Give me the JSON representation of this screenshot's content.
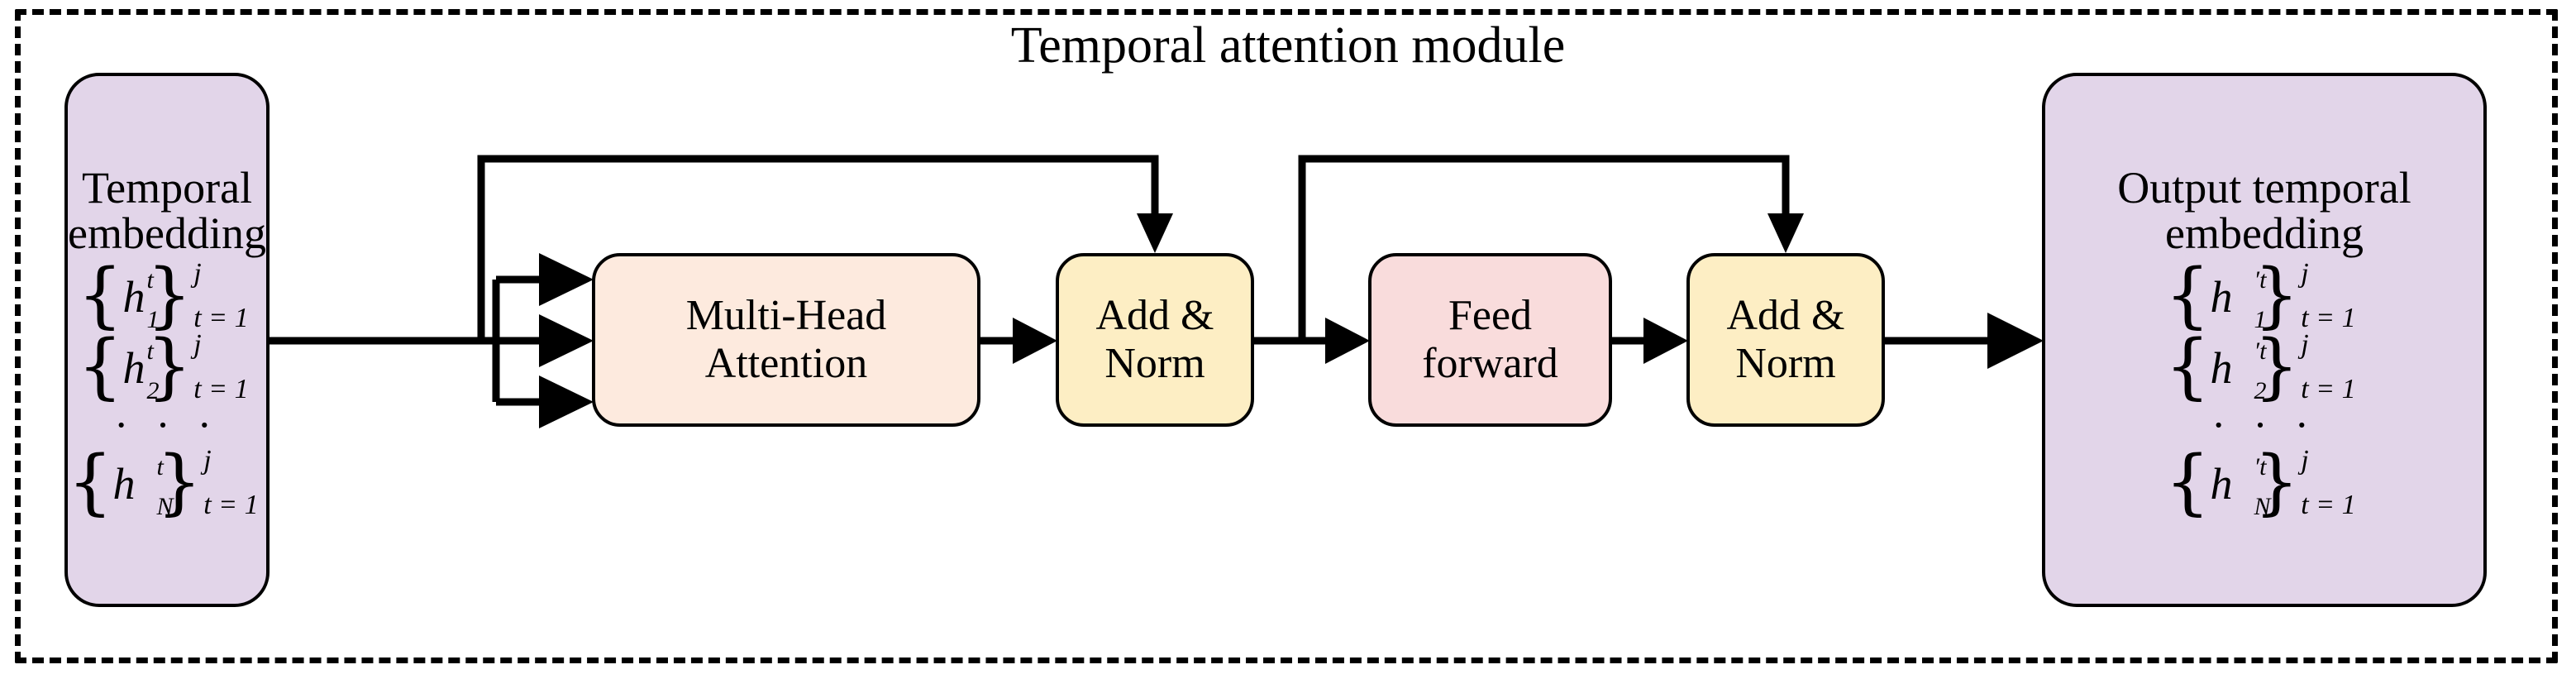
{
  "module": {
    "title": "Temporal attention module",
    "frame_style": "dashed"
  },
  "colors": {
    "embedding_panel": "#e2d5e9",
    "attention_block": "#fdeade",
    "addnorm_block": "#fdeec4",
    "feedforward_block": "#f9dcdc",
    "stroke": "#000000",
    "background": "#ffffff"
  },
  "input_panel": {
    "name": "temporal-embedding",
    "title": "Temporal\nembedding",
    "formulas": [
      {
        "brace_open": "{",
        "base": "h",
        "sub": "1",
        "sup": "t",
        "brace_close": "}",
        "limit_top": "j",
        "limit_bottom": "t = 1"
      },
      {
        "brace_open": "{",
        "base": "h",
        "sub": "2",
        "sup": "t",
        "brace_close": "}",
        "limit_top": "j",
        "limit_bottom": "t = 1"
      },
      {
        "ellipsis": "· · ·"
      },
      {
        "brace_open": "{",
        "base": "h",
        "sub": "N",
        "sup": "t",
        "brace_close": "}",
        "limit_top": "j",
        "limit_bottom": "t = 1"
      }
    ]
  },
  "output_panel": {
    "name": "output-temporal-embedding",
    "title": "Output temporal\nembedding",
    "formulas": [
      {
        "brace_open": "{",
        "base": "h",
        "sub": "1",
        "sup": "′t",
        "brace_close": "}",
        "limit_top": "j",
        "limit_bottom": "t = 1"
      },
      {
        "brace_open": "{",
        "base": "h",
        "sub": "2",
        "sup": "′t",
        "brace_close": "}",
        "limit_top": "j",
        "limit_bottom": "t = 1"
      },
      {
        "ellipsis": "· · ·"
      },
      {
        "brace_open": "{",
        "base": "h",
        "sub": "N",
        "sup": "′t",
        "brace_close": "}",
        "limit_top": "j",
        "limit_bottom": "t = 1"
      }
    ]
  },
  "blocks": {
    "multi_head_attention": "Multi-Head\nAttention",
    "add_norm_1": "Add &\nNorm",
    "feed_forward": "Feed\nforward",
    "add_norm_2": "Add &\nNorm"
  },
  "connections": [
    {
      "from": "temporal-embedding",
      "to": "multi-head-attention",
      "label": "query-branch"
    },
    {
      "from": "temporal-embedding",
      "to": "multi-head-attention",
      "label": "key-branch"
    },
    {
      "from": "temporal-embedding",
      "to": "multi-head-attention",
      "label": "value-branch"
    },
    {
      "from": "temporal-embedding",
      "to": "add-norm-1",
      "label": "residual-skip-1"
    },
    {
      "from": "multi-head-attention",
      "to": "add-norm-1",
      "label": "attention-output"
    },
    {
      "from": "add-norm-1",
      "to": "feed-forward",
      "label": "norm-output"
    },
    {
      "from": "add-norm-1",
      "to": "add-norm-2",
      "label": "residual-skip-2"
    },
    {
      "from": "feed-forward",
      "to": "add-norm-2",
      "label": "feedforward-output"
    },
    {
      "from": "add-norm-2",
      "to": "output-temporal-embedding",
      "label": "module-output"
    }
  ]
}
